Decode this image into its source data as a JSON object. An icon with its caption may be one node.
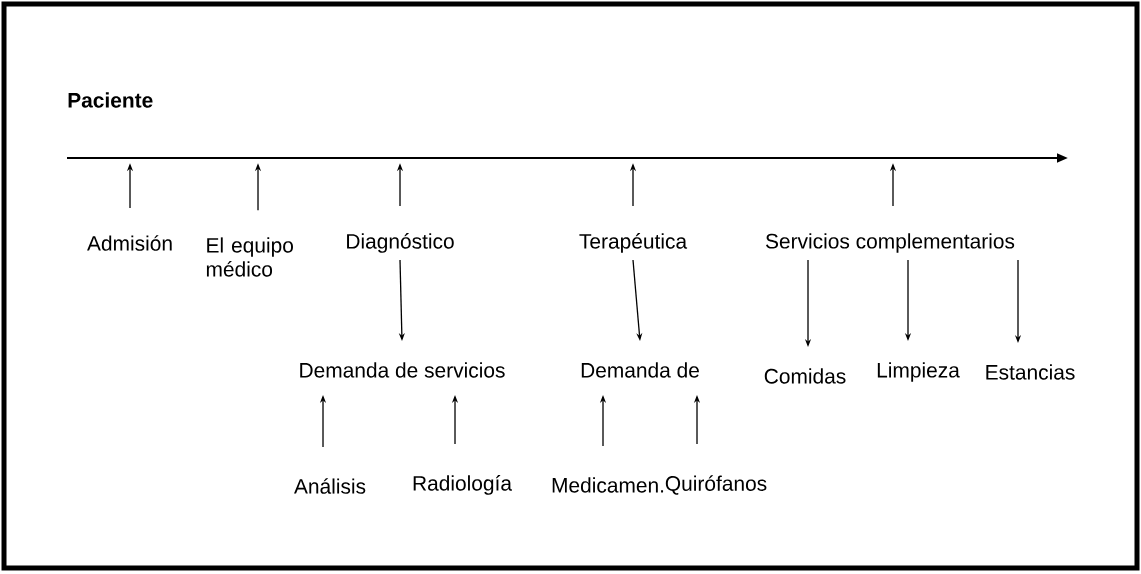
{
  "diagram": {
    "nodes": [
      {
        "text": [
          "Paciente"
        ]
      },
      {
        "text": [
          "Admisión"
        ]
      },
      {
        "text": [
          "El equipo médico"
        ]
      },
      {
        "text": [
          "Diagnóstico"
        ]
      },
      {
        "text": [
          "Terapéutica"
        ]
      },
      {
        "text": [
          "Servicios complementarios"
        ]
      },
      {
        "text": [
          "Demanda de servicios"
        ]
      },
      {
        "text": [
          "Demanda de"
        ]
      },
      {
        "text": [
          "Comidas"
        ]
      },
      {
        "text": [
          "Limpieza"
        ]
      },
      {
        "text": [
          "Estancias"
        ]
      },
      {
        "text": [
          "Análisis"
        ]
      },
      {
        "text": [
          "Radiología"
        ]
      },
      {
        "text": [
          "Medicamen."
        ]
      },
      {
        "text": [
          "Quirófanos"
        ]
      }
    ],
    "edges": [
      {
        "from": 1,
        "to": 0,
        "arrow": "to"
      },
      {
        "from": 2,
        "to": 0,
        "arrow": "to"
      },
      {
        "from": 3,
        "to": 0,
        "arrow": "to"
      },
      {
        "from": 4,
        "to": 0,
        "arrow": "to"
      },
      {
        "from": 5,
        "to": 0,
        "arrow": "to"
      },
      {
        "from": 3,
        "to": 6,
        "arrow": "to"
      },
      {
        "from": 4,
        "to": 7,
        "arrow": "to"
      },
      {
        "from": 5,
        "to": 8,
        "arrow": "to"
      },
      {
        "from": 5,
        "to": 9,
        "arrow": "to"
      },
      {
        "from": 5,
        "to": 10,
        "arrow": "to"
      },
      {
        "from": 11,
        "to": 6,
        "arrow": "to"
      },
      {
        "from": 12,
        "to": 6,
        "arrow": "to"
      },
      {
        "from": 13,
        "to": 7,
        "arrow": "to"
      },
      {
        "from": 14,
        "to": 7,
        "arrow": "to"
      }
    ]
  }
}
